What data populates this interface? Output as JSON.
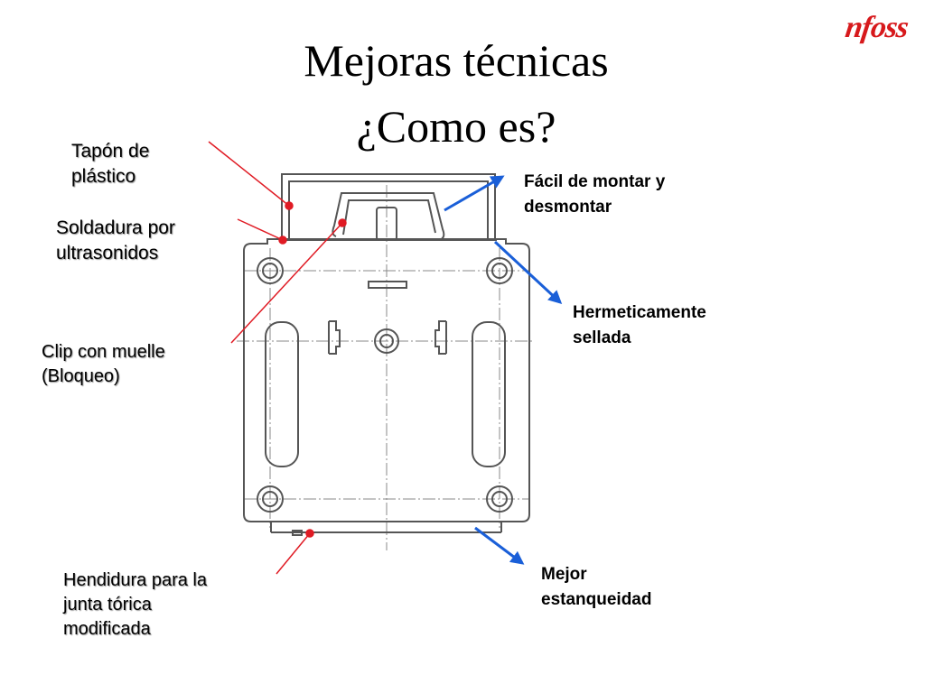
{
  "slide": {
    "title_line1": "Mejoras técnicas",
    "title_line2": "¿Como es?",
    "logo_text": "nfoss"
  },
  "labels_left": {
    "tapon": [
      "Tapón de",
      "plástico"
    ],
    "soldadura": [
      "Soldadura por",
      "ultrasonidos"
    ],
    "clip": [
      "Clip con muelle",
      "(Bloqueo)"
    ],
    "hendidura": [
      "Hendidura para la",
      "junta tórica",
      "modificada"
    ]
  },
  "labels_right": {
    "facil": [
      "Fácil de montar y",
      "desmontar"
    ],
    "hermetica": [
      "Hermeticamente",
      "sellada"
    ],
    "estanqueidad": [
      "Mejor",
      "estanqueidad"
    ]
  },
  "colors": {
    "red_pointer": "#e01b24",
    "blue_arrow": "#1a5fd8",
    "drawing": "#555555",
    "logo": "#d7191c"
  }
}
